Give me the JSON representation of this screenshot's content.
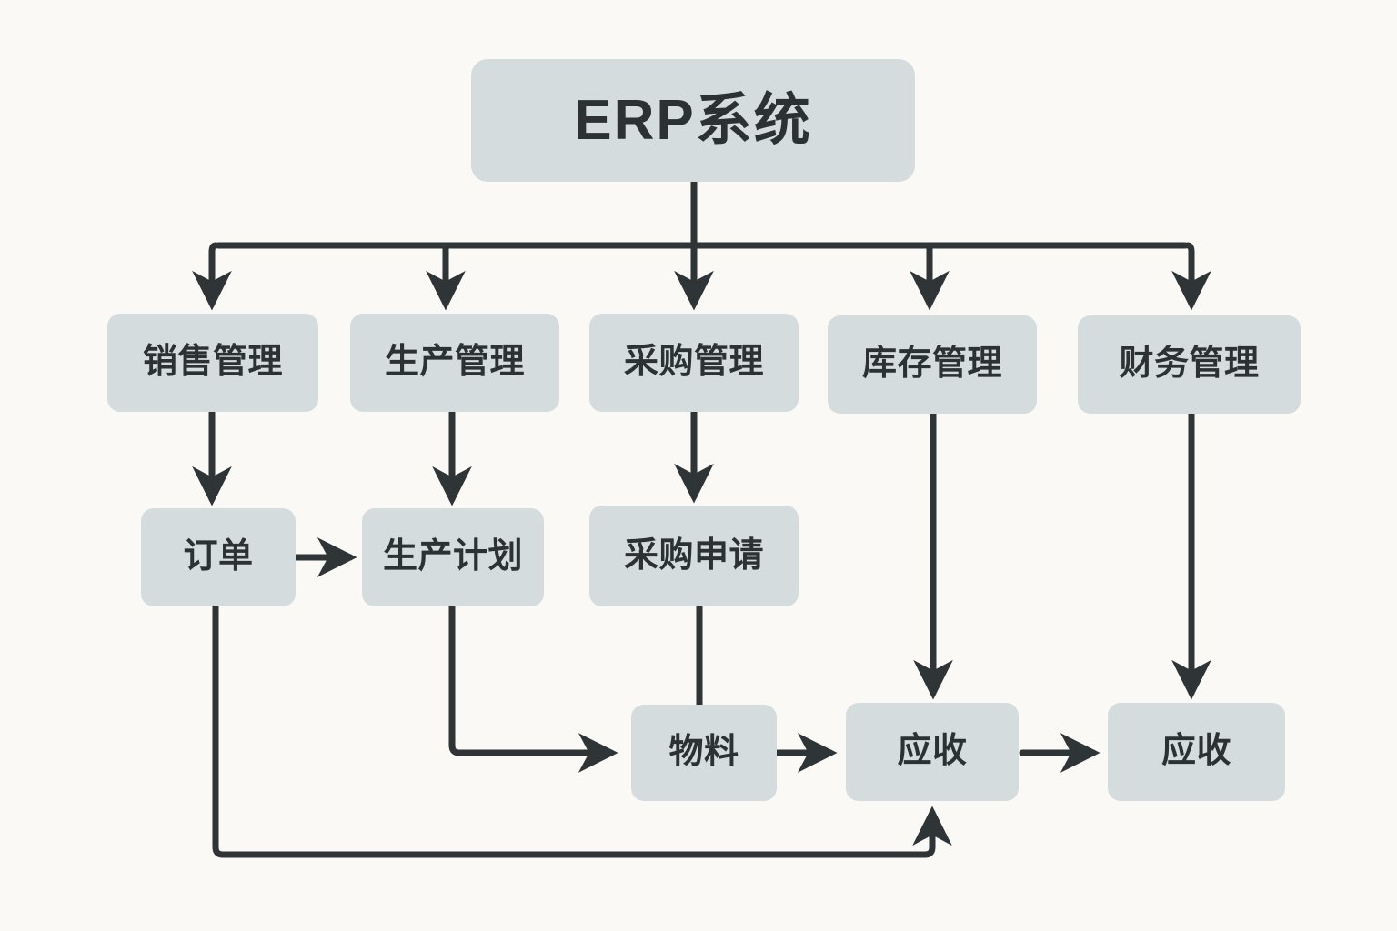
{
  "diagram": {
    "title": "ERP系统",
    "background_color": "#faf9f6",
    "node_fill_color": "#d4dcde",
    "node_text_color": "#2c3133",
    "edge_color": "#2f3436",
    "nodes": {
      "root": {
        "label": "ERP系统"
      },
      "level2": [
        {
          "id": "sales",
          "label": "销售管理"
        },
        {
          "id": "production",
          "label": "生产管理"
        },
        {
          "id": "purchasing",
          "label": "采购管理"
        },
        {
          "id": "inventory",
          "label": "库存管理"
        },
        {
          "id": "finance",
          "label": "财务管理"
        }
      ],
      "level3": [
        {
          "id": "order",
          "label": "订单"
        },
        {
          "id": "production-plan",
          "label": "生产计划"
        },
        {
          "id": "purchase-request",
          "label": "采购申请"
        }
      ],
      "level4": [
        {
          "id": "material",
          "label": "物料"
        },
        {
          "id": "receivable-1",
          "label": "应收"
        },
        {
          "id": "receivable-2",
          "label": "应收"
        }
      ]
    },
    "edges": [
      {
        "from": "root",
        "to": "sales",
        "arrow": true
      },
      {
        "from": "root",
        "to": "production",
        "arrow": true
      },
      {
        "from": "root",
        "to": "purchasing",
        "arrow": true
      },
      {
        "from": "root",
        "to": "inventory",
        "arrow": true
      },
      {
        "from": "root",
        "to": "finance",
        "arrow": true
      },
      {
        "from": "sales",
        "to": "order",
        "arrow": true
      },
      {
        "from": "production",
        "to": "production-plan",
        "arrow": true
      },
      {
        "from": "purchasing",
        "to": "purchase-request",
        "arrow": true
      },
      {
        "from": "order",
        "to": "production-plan",
        "arrow": true
      },
      {
        "from": "production-plan",
        "to": "material",
        "arrow": true
      },
      {
        "from": "purchase-request",
        "to": "material",
        "arrow": false
      },
      {
        "from": "material",
        "to": "receivable-1",
        "arrow": true
      },
      {
        "from": "inventory",
        "to": "receivable-1",
        "arrow": true
      },
      {
        "from": "receivable-1",
        "to": "receivable-2",
        "arrow": true
      },
      {
        "from": "finance",
        "to": "receivable-2",
        "arrow": true
      },
      {
        "from": "order",
        "to": "receivable-1",
        "arrow": true
      }
    ]
  }
}
